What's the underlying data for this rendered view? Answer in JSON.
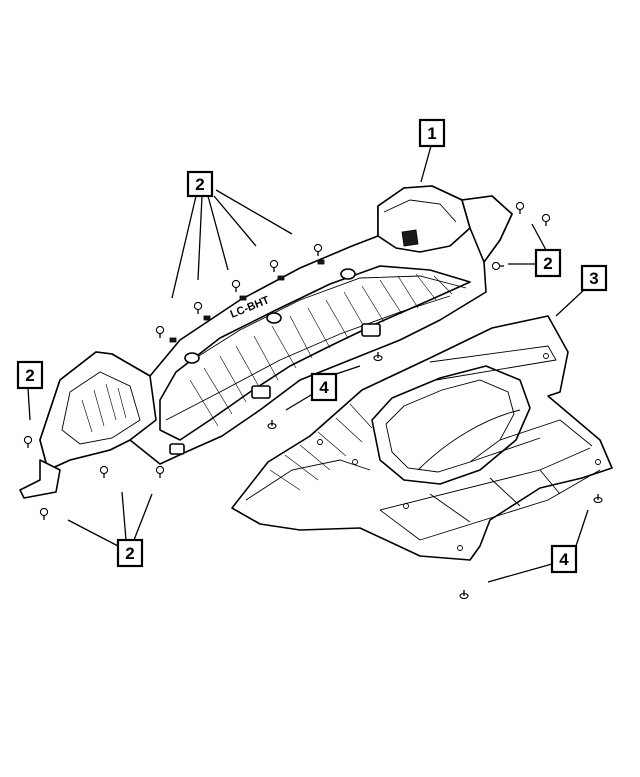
{
  "callouts": [
    {
      "id": "c1",
      "label": "1"
    },
    {
      "id": "c2a",
      "label": "2"
    },
    {
      "id": "c2b",
      "label": "2"
    },
    {
      "id": "c2c",
      "label": "2"
    },
    {
      "id": "c2d",
      "label": "2"
    },
    {
      "id": "c3",
      "label": "3"
    },
    {
      "id": "c4a",
      "label": "4"
    },
    {
      "id": "c4b",
      "label": "4"
    }
  ],
  "part_stamp": "LC-BHT"
}
